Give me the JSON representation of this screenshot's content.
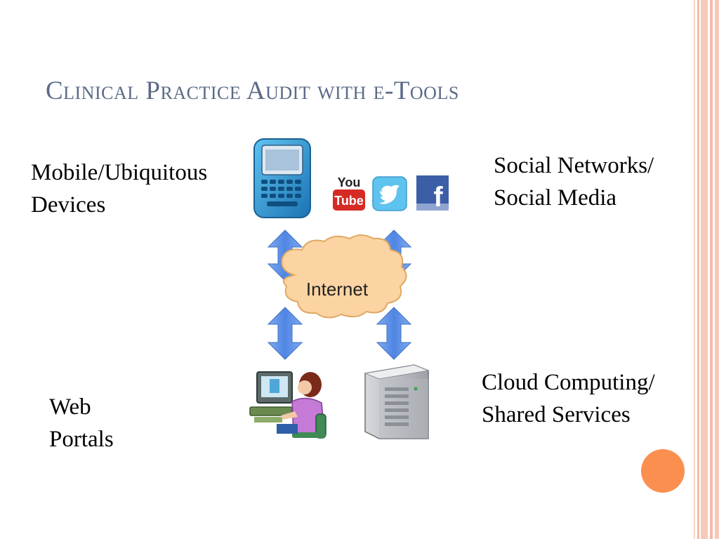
{
  "slide": {
    "title": "Clinical Practice Audit with e-Tools"
  },
  "labels": {
    "mobile_line1": "Mobile/Ubiquitous",
    "mobile_line2": "Devices",
    "social_line1": "Social Networks/",
    "social_line2": "Social Media",
    "web_line1": "Web",
    "web_line2": "Portals",
    "cloud_line1": "Cloud Computing/",
    "cloud_line2": "Shared Services"
  },
  "diagram": {
    "hub": "Internet",
    "logos": {
      "youtube_top": "You",
      "youtube_bottom": "Tube",
      "facebook": "f"
    },
    "icons": [
      "smartphone-icon",
      "youtube-icon",
      "twitter-icon",
      "facebook-icon",
      "cloud-icon",
      "user-at-computer-icon",
      "server-icon"
    ]
  },
  "colors": {
    "title": "#5b6a86",
    "arrow": "#5b8ee6",
    "cloud": "#fcd4a3",
    "accent_dot": "#fb8f4f",
    "stripe": "#f6c9b8"
  }
}
